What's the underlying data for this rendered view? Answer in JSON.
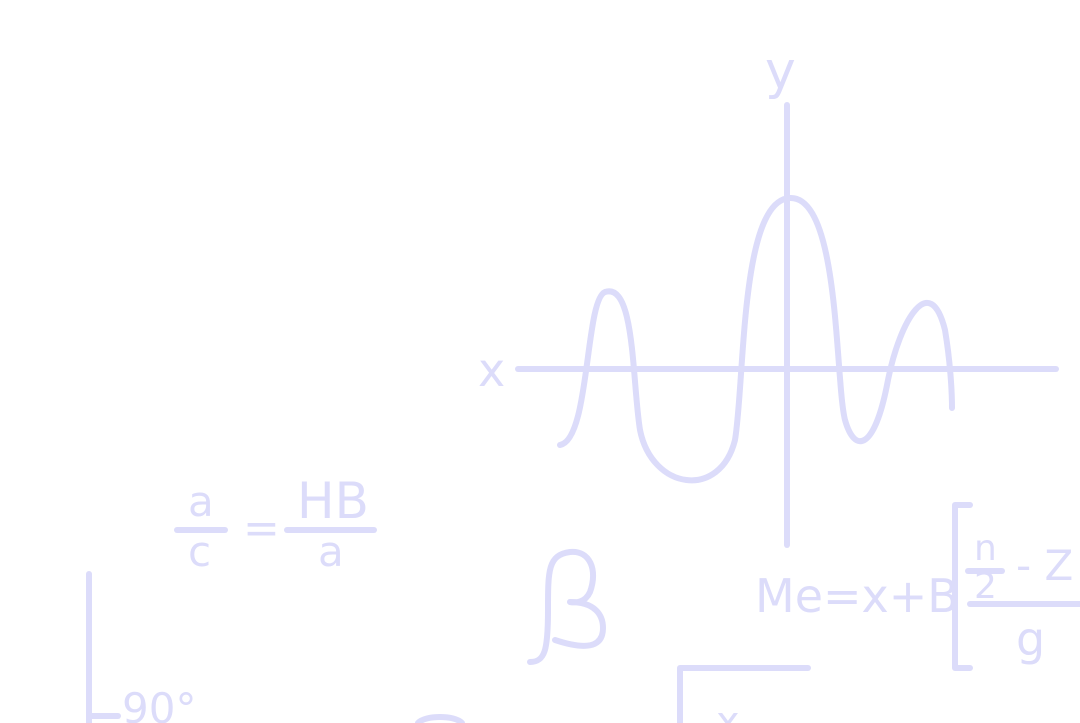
{
  "background_color": "#ffffff",
  "ink_color": "#dcdcfa",
  "graph": {
    "y_axis_label": "y",
    "x_axis_label": "x"
  },
  "ratio_formula": {
    "left_numerator": "a",
    "left_denominator": "c",
    "equals": "=",
    "right_numerator": "HB",
    "right_denominator": "a"
  },
  "beta_symbol": "β",
  "median_formula": {
    "prefix": "Me=x+B",
    "numerator_fraction_top": "n",
    "numerator_fraction_bottom": "2",
    "numerator_rest": "- Z",
    "denominator": "g"
  },
  "angle_label": "90°",
  "partial_bottom_text": "x",
  "partial_bottom_right_text": "...."
}
